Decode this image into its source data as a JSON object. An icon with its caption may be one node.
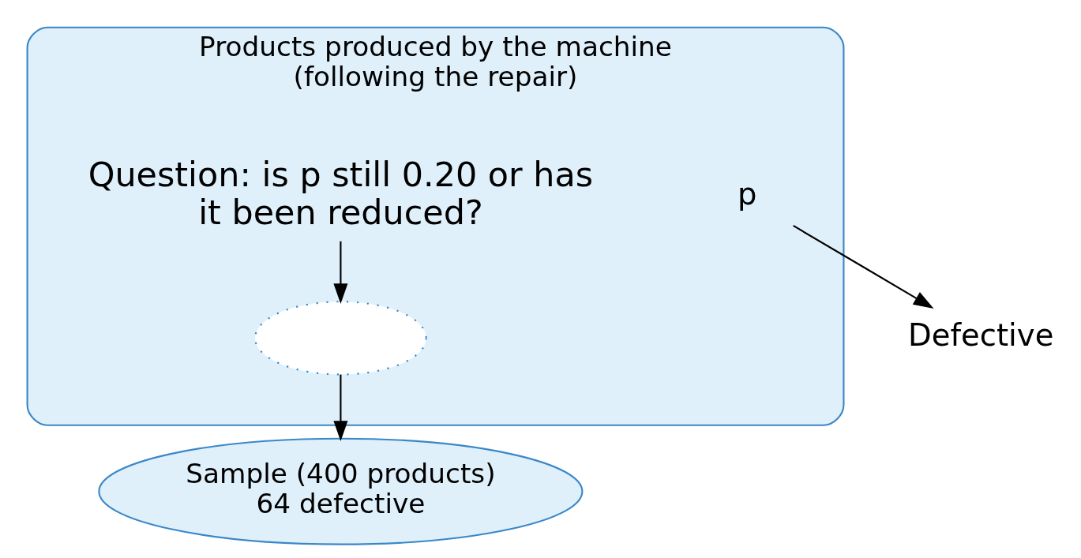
{
  "diagram": {
    "nodes": [
      {
        "text": [
          "Products produced by the machine (following the repair)"
        ]
      },
      {
        "text": [
          "p"
        ],
        "in": 0
      },
      {
        "text": [
          "Question: is p still 0.20 or has it been reduced?"
        ],
        "in": 0
      },
      {
        "text": [],
        "shape": "ellipse",
        "in": 0
      },
      {
        "text": [
          "Defective"
        ]
      },
      {
        "text": [
          "Sample (400 products)",
          "64 defective"
        ]
      }
    ],
    "edges": [
      {
        "from": 1,
        "to": 4,
        "arrow": "to"
      },
      {
        "from": 2,
        "to": 3,
        "arrow": "to"
      },
      {
        "from": 3,
        "to": 5,
        "arrow": "to"
      }
    ]
  }
}
